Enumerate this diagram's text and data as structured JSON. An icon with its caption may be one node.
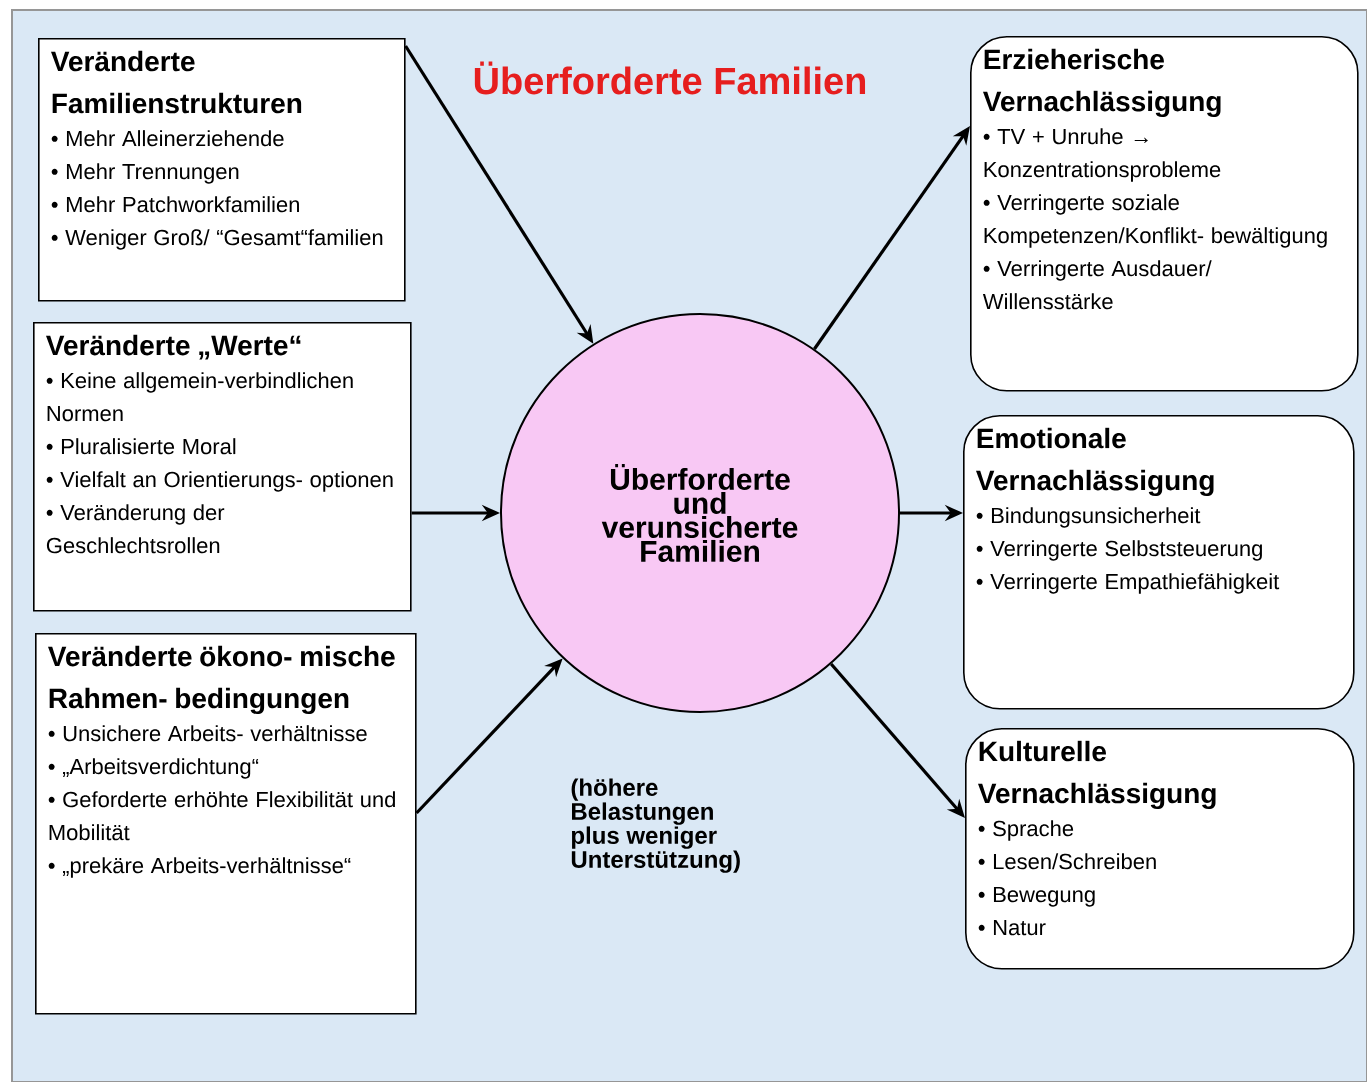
{
  "diagram": {
    "title": "Überforderte Familien",
    "nodes": [
      {
        "text": [
          "Veränderte Familienstrukturen",
          "• Mehr Alleinerziehende",
          "• Mehr Trennungen",
          "• Mehr Patchworkfamilien",
          "• Weniger Groß/ “Gesamt“familien"
        ]
      },
      {
        "text": [
          "Veränderte „Werte“",
          "• Keine allgemein-verbindlichen Normen",
          "• Pluralisierte Moral",
          "• Vielfalt an Orientierungs- optionen",
          "• Veränderung der Geschlechtsrollen"
        ]
      },
      {
        "text": [
          "Veränderte ökono- mische Rahmen- bedingungen",
          "• Unsichere Arbeits- verhältnisse",
          "• „Arbeitsverdichtung“",
          "• Geforderte erhöhte Flexibilität und Mobilität",
          "• „prekäre Arbeits-verhältnisse“"
        ]
      },
      {
        "text": [
          "Überforderte und verunsicherte Familien"
        ]
      },
      {
        "text": [
          "Erzieherische Vernachlässigung",
          "• TV + Unruhe → Konzentrationsprobleme",
          "• Verringerte soziale Kompetenzen/Konflikt- bewältigung",
          "• Verringerte Ausdauer/ Willensstärke"
        ]
      },
      {
        "text": [
          "Emotionale Vernachlässigung",
          "• Bindungsunsicherheit",
          "• Verringerte Selbststeuerung",
          "• Verringerte Empathiefähigkeit"
        ]
      },
      {
        "text": [
          "Kulturelle Vernachlässigung",
          "• Sprache",
          "• Lesen/Schreiben",
          "• Bewegung",
          "• Natur"
        ]
      }
    ],
    "edges": [
      {
        "from": 0,
        "to": 3,
        "arrow": "to"
      },
      {
        "from": 1,
        "to": 3,
        "arrow": "to"
      },
      {
        "from": 2,
        "to": 3,
        "arrow": "to"
      },
      {
        "from": 3,
        "to": 4,
        "arrow": "to"
      },
      {
        "from": 3,
        "to": 5,
        "arrow": "to"
      },
      {
        "from": 3,
        "to": 6,
        "arrow": "to"
      }
    ],
    "labels": [
      "(höhere Belastungen plus weniger Unterstützung)"
    ]
  }
}
